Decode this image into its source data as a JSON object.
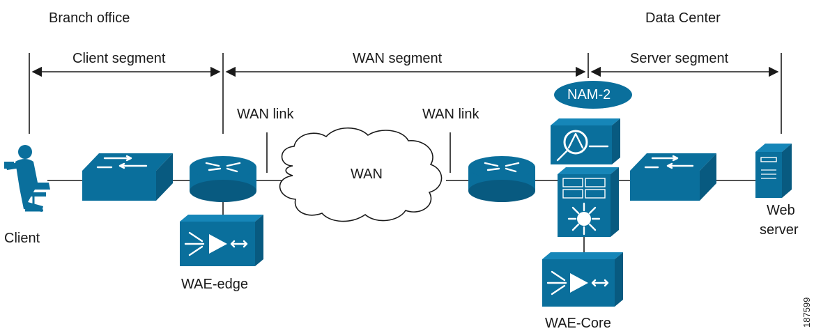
{
  "headers": {
    "branch": "Branch office",
    "datacenter": "Data Center"
  },
  "segments": {
    "client": "Client segment",
    "wan": "WAN segment",
    "server": "Server segment"
  },
  "links": {
    "left": "WAN link",
    "right": "WAN link"
  },
  "cloud_label": "WAN",
  "nam_label": "NAM-2",
  "devices": {
    "client": "Client",
    "wae_edge": "WAE-edge",
    "wae_core": "WAE-Core",
    "web_server_line1": "Web",
    "web_server_line2": "server"
  },
  "figure_id": "187599",
  "colors": {
    "device": "#0a6f9c",
    "nam_fill": "#0a6f9c",
    "line": "#1a1a1a"
  }
}
